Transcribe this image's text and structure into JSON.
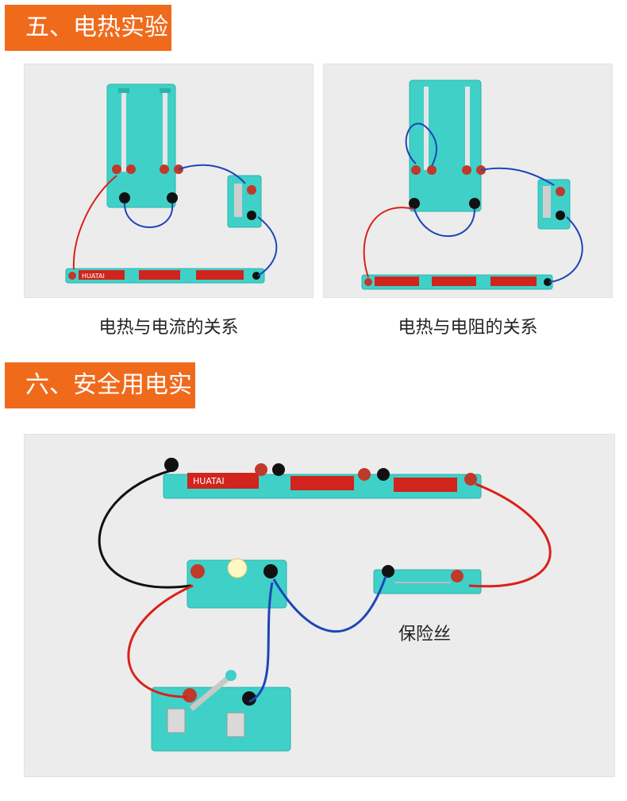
{
  "section5": {
    "title": "五、电热实验"
  },
  "section6": {
    "title": "六、安全用电实验"
  },
  "photos": {
    "current": {
      "caption": "电热与电流的关系",
      "battery_text": "HUATAI"
    },
    "resistance": {
      "caption": "电热与电阻的关系"
    },
    "safety": {
      "fuse_label": "保险丝",
      "battery_text": "HUATAI"
    }
  },
  "colors": {
    "header_bg": "#f06a1c",
    "module_teal": "#3fd1c8",
    "wire_red": "#d8221a",
    "wire_blue": "#1e45b8",
    "wire_black": "#111111",
    "battery_red": "#d0241c"
  }
}
